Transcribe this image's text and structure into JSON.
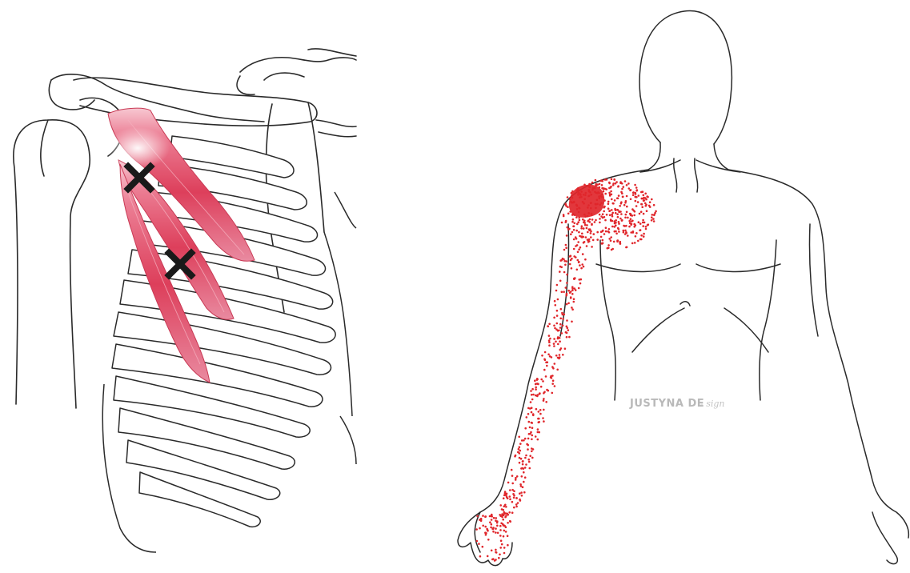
{
  "figure": {
    "left_panel": "pectoralis-minor-trigger-points",
    "right_panel": "referred-pain-pattern",
    "colors": {
      "outline": "#2a2a2a",
      "muscle_light": "#f2a3b3",
      "muscle_mid": "#e8607a",
      "muscle_dark": "#d42c45",
      "pain_dot": "#e0262b",
      "trigger_marker": "#1a1a1a",
      "watermark": "#b9b9b9"
    },
    "trigger_points": {
      "count": 2,
      "marker_icon": "x-mark-icon"
    },
    "pain_pattern": {
      "zones": [
        "front-shoulder",
        "upper-chest",
        "inner-arm",
        "forearm",
        "fingers"
      ]
    }
  },
  "watermark": {
    "text": "JUSTYNA DE",
    "suffix": "- sign"
  }
}
